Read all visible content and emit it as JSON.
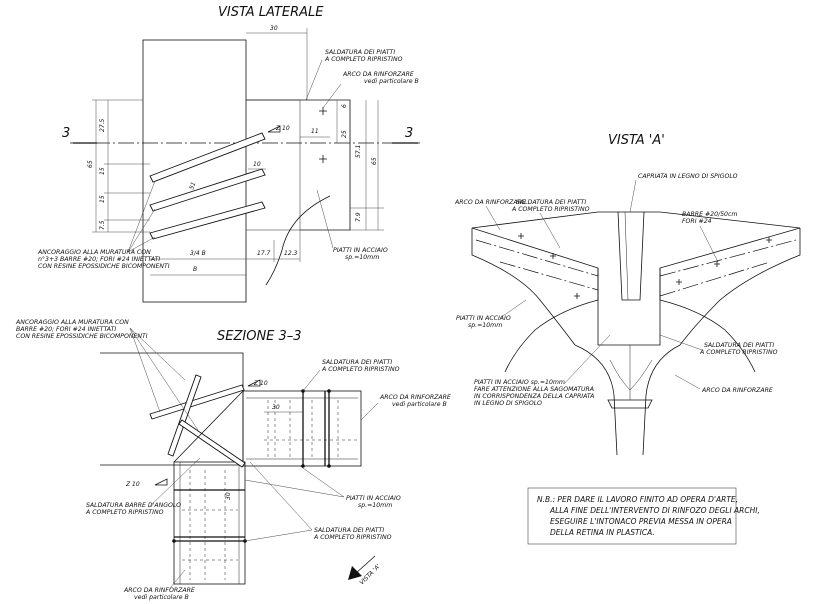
{
  "titles": {
    "vista_laterale": "VISTA LATERALE",
    "sezione": "SEZIONE 3–3",
    "vista_a": "VISTA 'A'",
    "vista_a_arrow": "VISTA 'A'"
  },
  "section_markers": {
    "left": "3",
    "right": "3"
  },
  "vista_laterale": {
    "saldatura": [
      "SALDATURA DEI PIATTI",
      "A COMPLETO RIPRISTINO"
    ],
    "arco": [
      "ARCO DA RINFORZARE",
      "vedi particolare B"
    ],
    "ancoraggio": [
      "ANCORAGGIO ALLA MURATURA CON",
      "n°3+3 BARRE #20; FORI #24 INIETTATI",
      "CON RESINE EPOSSIDICHE BICOMPONENTI"
    ],
    "piatti": [
      "PIATTI IN ACCIAIO",
      "sp.=10mm"
    ],
    "z_label": "Z 10",
    "dims": {
      "top": "30",
      "d_275": "27.5",
      "d_65_left": "65",
      "d_15a": "15",
      "d_15b": "15",
      "d_75": "7.5",
      "d_11": "11",
      "d_6": "6",
      "d_25": "25",
      "d_571": "57.1",
      "d_65_right": "65",
      "d_79": "7.9",
      "d_10": "10",
      "d_51": "51",
      "d_34b": "3/4 B",
      "d_177": "17.7",
      "d_123": "12.3",
      "d_b": "B"
    }
  },
  "sezione": {
    "ancoraggio": [
      "ANCORAGGIO ALLA MURATURA CON",
      "BARRE #20; FORI #24 INIETTATI",
      "CON RESINE EPOSSIDICHE BICOMPONENTI"
    ],
    "saldatura_top": [
      "SALDATURA DEI PIATTI",
      "A COMPLETO RIPRISTINO"
    ],
    "arco_right": [
      "ARCO DA RINFORZARE",
      "vedi particolare B"
    ],
    "piatti": [
      "PIATTI IN ACCIAIO",
      "sp.=10mm"
    ],
    "saldatura_barre": [
      "SALDATURA BARRE D'ANGOLO",
      "A COMPLETO RIPRISTINO"
    ],
    "saldatura_bottom": [
      "SALDATURA DEI PIATTI",
      "A COMPLETO RIPRISTINO"
    ],
    "arco_bottom": [
      "ARCO DA RINFORZARE",
      "vedi particolare B"
    ],
    "z_label_top": "Z 10",
    "z_label_left": "Z 10",
    "dim_30": "30",
    "dim_side": "30"
  },
  "vista_a": {
    "capriata": "CAPRIATA IN LEGNO DI SPIGOLO",
    "arco_left": "ARCO DA RINFORZARE",
    "saldatura_top": [
      "SALDATURA DEI PIATTI",
      "A COMPLETO RIPRISTINO"
    ],
    "barre": [
      "BARRE #20/50cm",
      "FORI #24"
    ],
    "piatti_left": [
      "PIATTI IN ACCIAIO",
      "sp.=10mm"
    ],
    "saldatura_right": [
      "SALDATURA DEI PIATTI",
      "A COMPLETO RIPRISTINO"
    ],
    "piatti_note": [
      "PIATTI IN ACCIAIO sp.=10mm",
      "FARE ATTENZIONE ALLA SAGOMATURA",
      "IN CORRISPONDENZA DELLA CAPRIATA",
      "IN LEGNO DI SPIGOLO"
    ],
    "arco_right": "ARCO DA RINFORZARE"
  },
  "note": [
    "N.B.: PER DARE IL LAVORO FINITO AD OPERA D'ARTE,",
    "ALLA FINE DELL'INTERVENTO DI RINFOZO DEGLI ARCHI,",
    "ESEGUIRE L'INTONACO PREVIA MESSA IN OPERA",
    "DELLA RETINA IN PLASTICA."
  ]
}
